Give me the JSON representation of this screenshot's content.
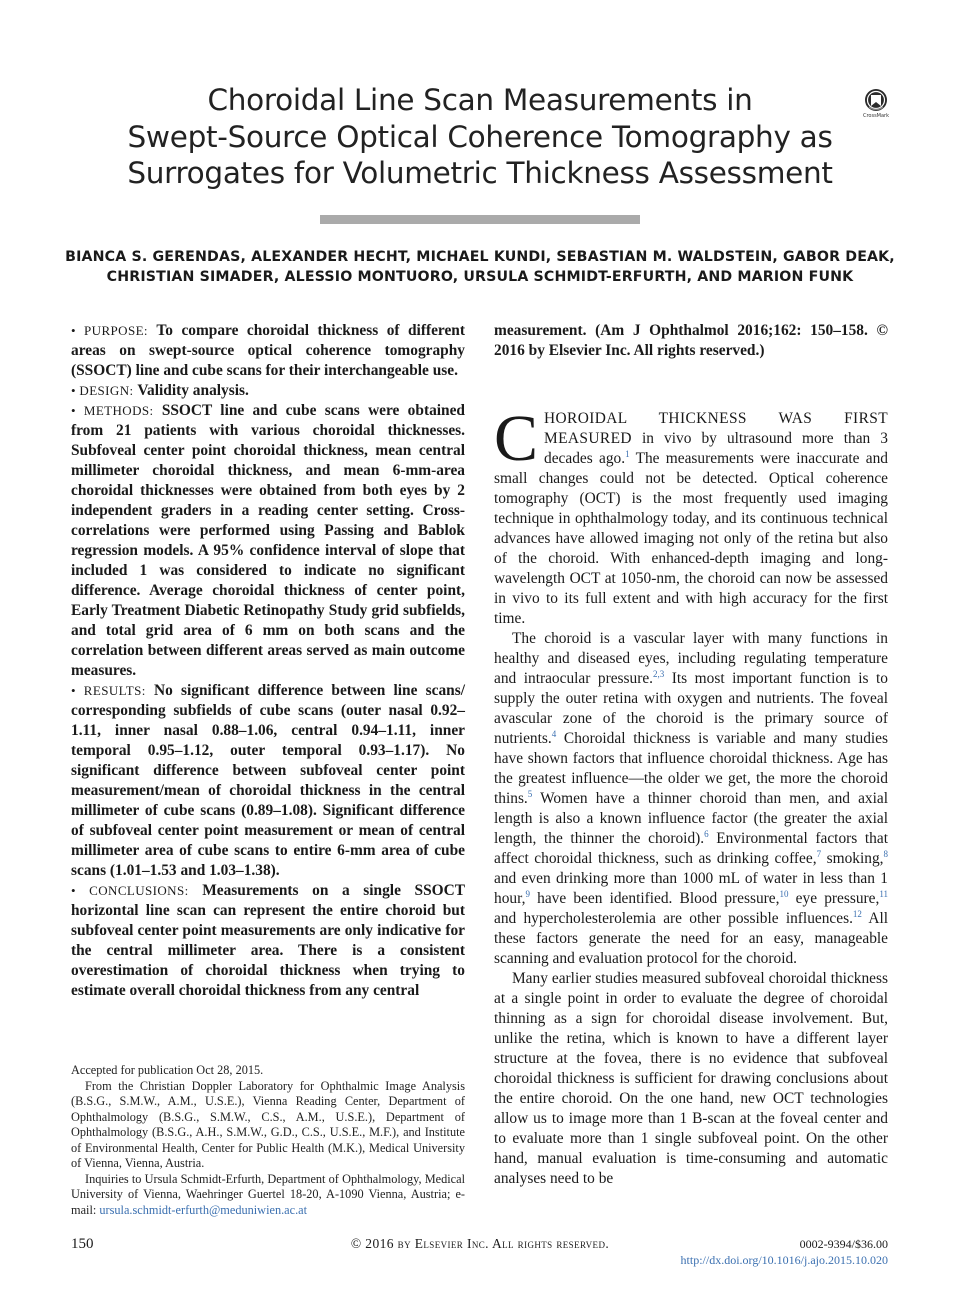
{
  "title_lines": [
    "Choroidal Line Scan Measurements in",
    "Swept-Source Optical Coherence Tomography as",
    "Surrogates for Volumetric Thickness Assessment"
  ],
  "crossmark_label": "CrossMark",
  "authors_lines": [
    "BIANCA S. GERENDAS, ALEXANDER HECHT, MICHAEL KUNDI, SEBASTIAN M. WALDSTEIN, GABOR DEAK,",
    "CHRISTIAN SIMADER, ALESSIO MONTUORO, URSULA SCHMIDT-ERFURTH, AND MARION FUNK"
  ],
  "abstract": {
    "bullet": "•",
    "purpose_label": "PURPOSE:",
    "purpose": "To compare choroidal thickness of different areas on swept-source optical coherence tomography (SSOCT) line and cube scans for their interchangeable use.",
    "design_label": "DESIGN:",
    "design": "Validity analysis.",
    "methods_label": "METHODS:",
    "methods": "SSOCT line and cube scans were obtained from 21 patients with various choroidal thicknesses. Subfoveal center point choroidal thickness, mean central millimeter choroidal thickness, and mean 6-mm-area choroidal thicknesses were obtained from both eyes by 2 independent graders in a reading center setting. Cross-correlations were performed using Passing and Bablok regression models. A 95% confidence interval of slope that included 1 was considered to indicate no significant difference. Average choroidal thickness of center point, Early Treatment Diabetic Retinopathy Study grid subfields, and total grid area of 6 mm on both scans and the correlation between different areas served as main outcome measures.",
    "results_label": "RESULTS:",
    "results": "No significant difference between line scans/ corresponding subfields of cube scans (outer nasal 0.92–1.11, inner nasal 0.88–1.06, central 0.94–1.11, inner temporal 0.95–1.12, outer temporal 0.93–1.17). No significant difference between subfoveal center point measurement/mean of choroidal thickness in the central millimeter of cube scans (0.89–1.08). Significant difference of subfoveal center point measurement or mean of central millimeter area of cube scans to entire 6-mm area of cube scans (1.01–1.53 and 1.03–1.38).",
    "conclusions_label": "CONCLUSIONS:",
    "conclusions": "Measurements on a single SSOCT horizontal line scan can represent the entire choroid but subfoveal center point measurements are only indicative for the central millimeter area. There is a consistent overestimation of choroidal thickness when trying to estimate overall choroidal thickness from any central",
    "continuation": "measurement. (Am J Ophthalmol 2016;162: 150–158. © 2016 by Elsevier Inc. All rights reserved.)"
  },
  "body": {
    "p1_dropcap": "C",
    "p1_caps": "HOROIDAL THICKNESS WAS FIRST MEASURED",
    "p1_a": " in vivo by ultrasound more than 3 decades ago.",
    "p1_ref1": "1",
    "p1_b": " The measurements were inaccurate and small changes could not be detected. Optical coherence tomography (OCT) is the most frequently used imaging technique in ophthalmology today, and its continuous technical advances have allowed imaging not only of the retina but also of the choroid. With enhanced-depth imaging and long-wavelength OCT at 1050-nm, the choroid can now be assessed in vivo to its full extent and with high accuracy for the first time.",
    "p2_a": "The choroid is a vascular layer with many functions in healthy and diseased eyes, including regulating temperature and intraocular pressure.",
    "p2_ref1": "2,3",
    "p2_b": " Its most important function is to supply the outer retina with oxygen and nutrients. The foveal avascular zone of the choroid is the primary source of nutrients.",
    "p2_ref2": "4",
    "p2_c": " Choroidal thickness is variable and many studies have shown factors that influence choroidal thickness. Age has the greatest influence—the older we get, the more the choroid thins.",
    "p2_ref3": "5",
    "p2_d": " Women have a thinner choroid than men, and axial length is also a known influence factor (the greater the axial length, the thinner the choroid).",
    "p2_ref4": "6",
    "p2_e": " Environmental factors that affect choroidal thickness, such as drinking coffee,",
    "p2_ref5": "7",
    "p2_f": " smoking,",
    "p2_ref6": "8",
    "p2_g": " and even drinking more than 1000 mL of water in less than 1 hour,",
    "p2_ref7": "9",
    "p2_h": " have been identified. Blood pressure,",
    "p2_ref8": "10",
    "p2_i": " eye pressure,",
    "p2_ref9": "11",
    "p2_j": " and hypercholesterolemia are other possible influences.",
    "p2_ref10": "12",
    "p2_k": " All these factors generate the need for an easy, manageable scanning and evaluation protocol for the choroid.",
    "p3": "Many earlier studies measured subfoveal choroidal thickness at a single point in order to evaluate the degree of choroidal thinning as a sign for choroidal disease involvement. But, unlike the retina, which is known to have a different layer structure at the fovea, there is no evidence that subfoveal choroidal thickness is sufficient for drawing conclusions about the entire choroid. On the one hand, new OCT technologies allow us to image more than 1 B-scan at the foveal center and to evaluate more than 1 single subfoveal point. On the other hand, manual evaluation is time-consuming and automatic analyses need to be"
  },
  "footnote": {
    "accepted": "Accepted for publication Oct 28, 2015.",
    "affiliation": "From the Christian Doppler Laboratory for Ophthalmic Image Analysis (B.S.G., S.M.W., A.M., U.S.E.), Vienna Reading Center, Department of Ophthalmology (B.S.G., S.M.W., C.S., A.M., U.S.E.), Department of Ophthalmology (B.S.G., A.H., S.M.W., G.D., C.S., U.S.E., M.F.), and Institute of Environmental Health, Center for Public Health (M.K.), Medical University of Vienna, Vienna, Austria.",
    "inquiries": "Inquiries to Ursula Schmidt-Erfurth, Department of Ophthalmology, Medical University of Vienna, Waehringer Guertel 18-20, A-1090 Vienna, Austria; e-mail: ",
    "email": "ursula.schmidt-erfurth@meduniwien.ac.at"
  },
  "footer": {
    "page_number": "150",
    "copyright": "© 2016 by Elsevier Inc. All rights reserved.",
    "issn": "0002-9394/$36.00",
    "doi": "http://dx.doi.org/10.1016/j.ajo.2015.10.020"
  },
  "colors": {
    "link": "#3a6fb0",
    "rule": "#aaaaaa",
    "text": "#1a1a1a"
  }
}
